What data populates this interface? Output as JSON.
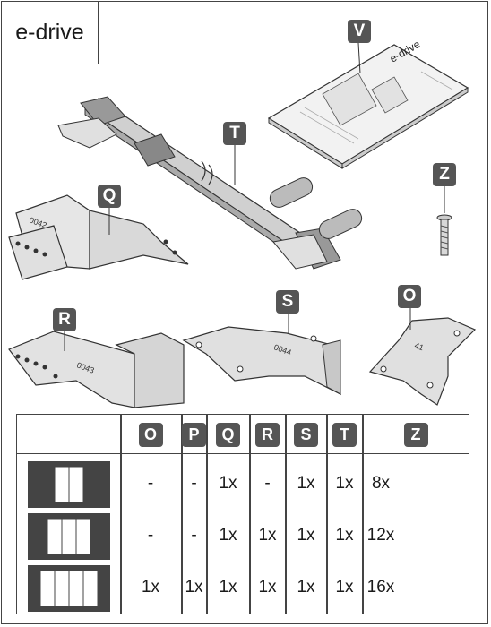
{
  "title": "e-drive",
  "parts": [
    {
      "label": "V"
    },
    {
      "label": "T"
    },
    {
      "label": "Z"
    },
    {
      "label": "Q"
    },
    {
      "label": "R"
    },
    {
      "label": "S"
    },
    {
      "label": "O"
    }
  ],
  "part_engravings": {
    "q": "0042",
    "r": "0043",
    "s": "0044",
    "o": "41"
  },
  "manual_cover_text": "e-drive",
  "table": {
    "headers": [
      "O",
      "P",
      "Q",
      "R",
      "S",
      "T",
      "Z"
    ],
    "rows": [
      {
        "panels": 2,
        "cells": [
          "-",
          "-",
          "1x",
          "-",
          "1x",
          "1x",
          "8x"
        ]
      },
      {
        "panels": 3,
        "cells": [
          "-",
          "-",
          "1x",
          "1x",
          "1x",
          "1x",
          "12x"
        ]
      },
      {
        "panels": 4,
        "cells": [
          "1x",
          "1x",
          "1x",
          "1x",
          "1x",
          "1x",
          "16x"
        ]
      }
    ]
  },
  "colors": {
    "badge": "#555555",
    "line": "#444444",
    "part_fill": "#d9d9d9"
  }
}
